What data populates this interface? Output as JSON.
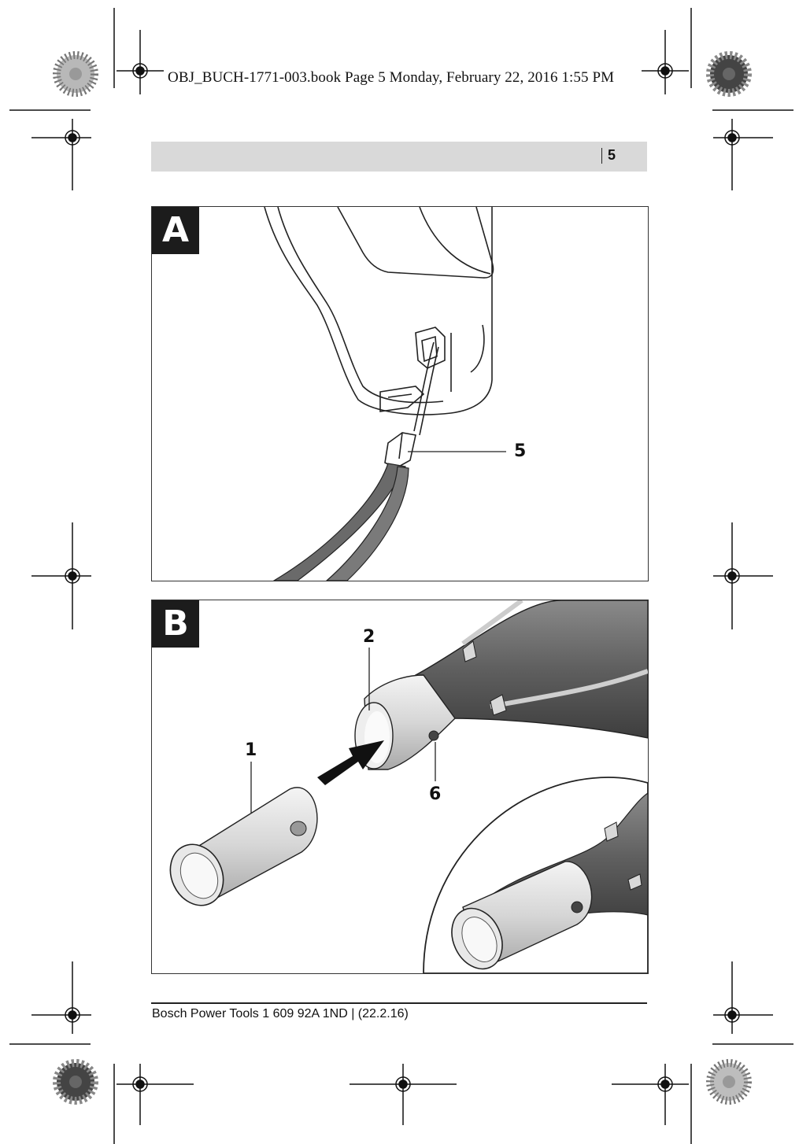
{
  "print_slug": "OBJ_BUCH-1771-003.book  Page 5  Monday, February 22, 2016  1:55 PM",
  "header": {
    "page_number": "5"
  },
  "panels": [
    {
      "label": "A",
      "callouts": [
        "5"
      ]
    },
    {
      "label": "B",
      "callouts": [
        "2",
        "1",
        "6"
      ]
    }
  ],
  "footer": {
    "text": "Bosch Power Tools 1 609 92A 1ND | (22.2.16)"
  }
}
